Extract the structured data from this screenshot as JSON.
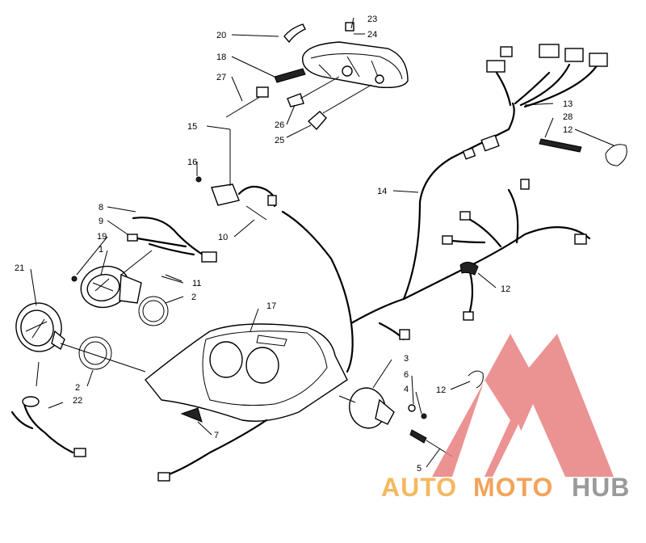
{
  "callouts": {
    "c1": "1",
    "c2a": "2",
    "c2b": "2",
    "c3": "3",
    "c4": "4",
    "c5": "5",
    "c6": "6",
    "c7": "7",
    "c8": "8",
    "c9": "9",
    "c10": "10",
    "c11": "11",
    "c12a": "12",
    "c12b": "12",
    "c12c": "12",
    "c13": "13",
    "c14": "14",
    "c15": "15",
    "c16": "16",
    "c17": "17",
    "c18": "18",
    "c19": "19",
    "c20": "20",
    "c21": "21",
    "c22": "22",
    "c23": "23",
    "c24": "24",
    "c25": "25",
    "c26": "26",
    "c27": "27",
    "c28": "28"
  },
  "watermark": {
    "part1": "AUTO",
    "part2": "MOTO",
    "part3": "HUB",
    "color_auto": "#f4b860",
    "color_moto": "#f2a35a",
    "color_hub": "#9a9a9a",
    "logo_color": "#e88080"
  }
}
